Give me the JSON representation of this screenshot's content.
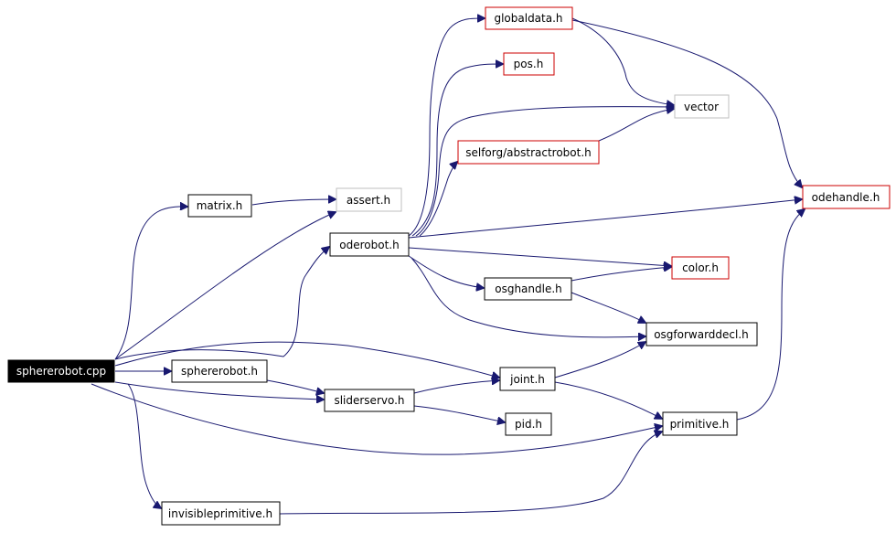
{
  "nodes": {
    "root": "sphererobot.cpp",
    "matrix": "matrix.h",
    "assert": "assert.h",
    "globaldata": "globaldata.h",
    "pos": "pos.h",
    "vector": "vector",
    "abstractrobot": "selforg/abstractrobot.h",
    "odehandle": "odehandle.h",
    "oderobot": "oderobot.h",
    "color": "color.h",
    "osghandle": "osghandle.h",
    "osgforwarddecl": "osgforwarddecl.h",
    "sphererobot": "sphererobot.h",
    "joint": "joint.h",
    "sliderservo": "sliderservo.h",
    "pid": "pid.h",
    "primitive": "primitive.h",
    "invisibleprimitive": "invisibleprimitive.h"
  },
  "colors": {
    "edge": "#191970",
    "external_border": "#cc0000",
    "missing_border": "#bfbfbf",
    "root_fill": "#000000"
  },
  "edges": [
    [
      "root",
      "matrix"
    ],
    [
      "root",
      "assert"
    ],
    [
      "root",
      "oderobot"
    ],
    [
      "root",
      "sphererobot"
    ],
    [
      "root",
      "joint"
    ],
    [
      "root",
      "sliderservo"
    ],
    [
      "root",
      "primitive"
    ],
    [
      "root",
      "invisibleprimitive"
    ],
    [
      "matrix",
      "assert"
    ],
    [
      "oderobot",
      "globaldata"
    ],
    [
      "oderobot",
      "pos"
    ],
    [
      "oderobot",
      "vector"
    ],
    [
      "oderobot",
      "abstractrobot"
    ],
    [
      "oderobot",
      "odehandle"
    ],
    [
      "oderobot",
      "color"
    ],
    [
      "oderobot",
      "osghandle"
    ],
    [
      "oderobot",
      "osgforwarddecl"
    ],
    [
      "globaldata",
      "vector"
    ],
    [
      "globaldata",
      "odehandle"
    ],
    [
      "abstractrobot",
      "vector"
    ],
    [
      "osghandle",
      "color"
    ],
    [
      "osghandle",
      "osgforwarddecl"
    ],
    [
      "sphererobot",
      "sliderservo"
    ],
    [
      "sliderservo",
      "joint"
    ],
    [
      "sliderservo",
      "pid"
    ],
    [
      "joint",
      "osgforwarddecl"
    ],
    [
      "joint",
      "primitive"
    ],
    [
      "primitive",
      "odehandle"
    ],
    [
      "invisibleprimitive",
      "primitive"
    ]
  ]
}
